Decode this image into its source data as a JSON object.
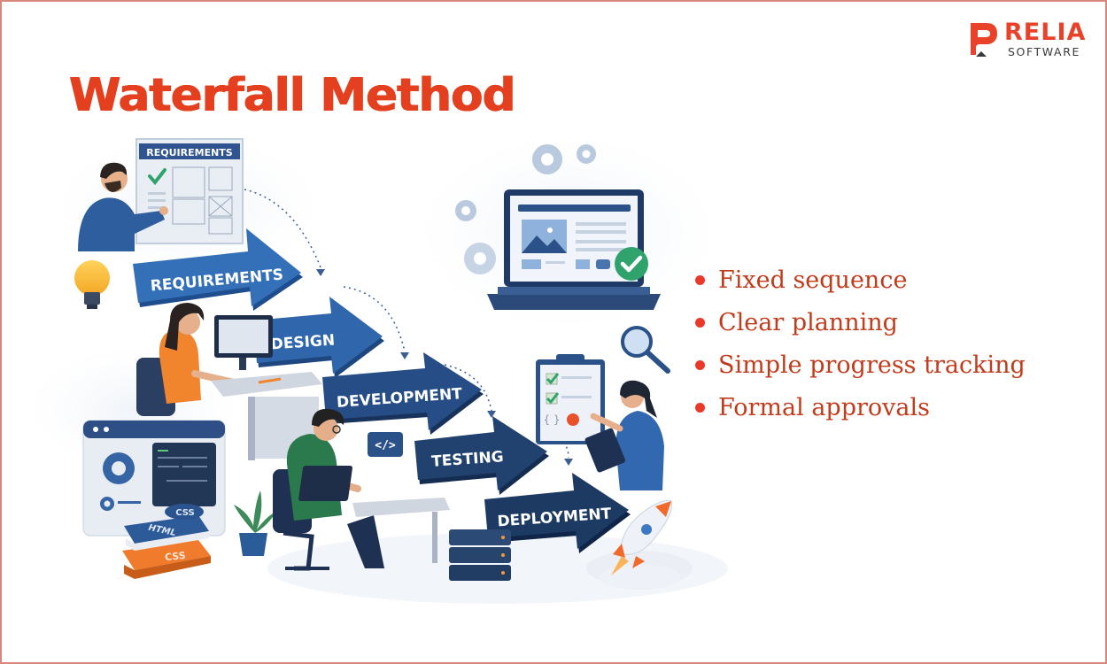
{
  "logo": {
    "brand": "RELIA",
    "sub": "SOFTWARE",
    "colors": {
      "brand": "#e8432a",
      "sub": "#3a3a3a"
    }
  },
  "title": "Waterfall Method",
  "bullets": [
    {
      "text": "Fixed sequence"
    },
    {
      "text": "Clear planning"
    },
    {
      "text": "Simple progress tracking"
    },
    {
      "text": "Formal approvals"
    }
  ],
  "illustration": {
    "whiteboard_header": "REQUIREMENTS",
    "stages": [
      {
        "label": "REQUIREMENTS",
        "color": "#2f64a8"
      },
      {
        "label": "DESIGN",
        "color": "#2d5c9c"
      },
      {
        "label": "DEVELOPMENT",
        "color": "#244a80"
      },
      {
        "label": "TESTING",
        "color": "#1f3f6e"
      },
      {
        "label": "DEPLOYMENT",
        "color": "#1b365f"
      }
    ],
    "code_badge": "</>",
    "books": [
      {
        "label": "CSS"
      },
      {
        "label": "HTML"
      },
      {
        "label": "CSS"
      }
    ],
    "clipboard_code": "{ }"
  },
  "colors": {
    "accent": "#e43f1e",
    "bullet_text": "#c23b1b",
    "border": "#d9867c",
    "arrow_blue": "#2f64a8",
    "dark_navy": "#1b365f",
    "check_green": "#2fa36b"
  }
}
